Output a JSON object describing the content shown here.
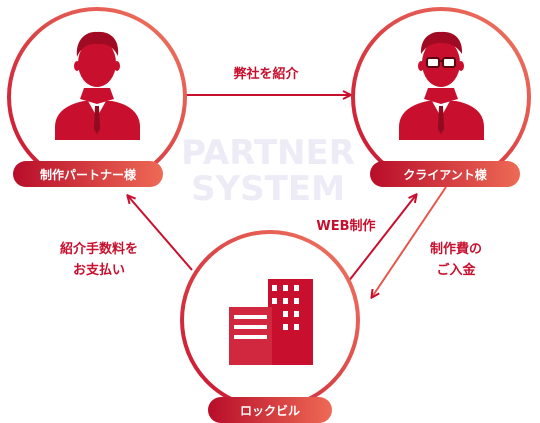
{
  "watermark": {
    "line1": "PARTNER",
    "line2": "SYSTEM"
  },
  "nodes": {
    "partner": {
      "label": "制作パートナー様",
      "icon": "businessman-icon"
    },
    "client": {
      "label": "クライアント様",
      "icon": "businessman-glasses-icon"
    },
    "company": {
      "label": "ロックビル",
      "icon": "office-building-icon"
    }
  },
  "flows": {
    "introduce": "弊社を紹介",
    "web_production": "WEB制作",
    "payment_in_line1": "制作費の",
    "payment_in_line2": "ご入金",
    "fee_pay_line1": "紹介手数料を",
    "fee_pay_line2": "お支払い"
  },
  "colors": {
    "primary": "#c8102e",
    "gradient_end": "#ee6a55",
    "watermark": "#edebf6"
  }
}
